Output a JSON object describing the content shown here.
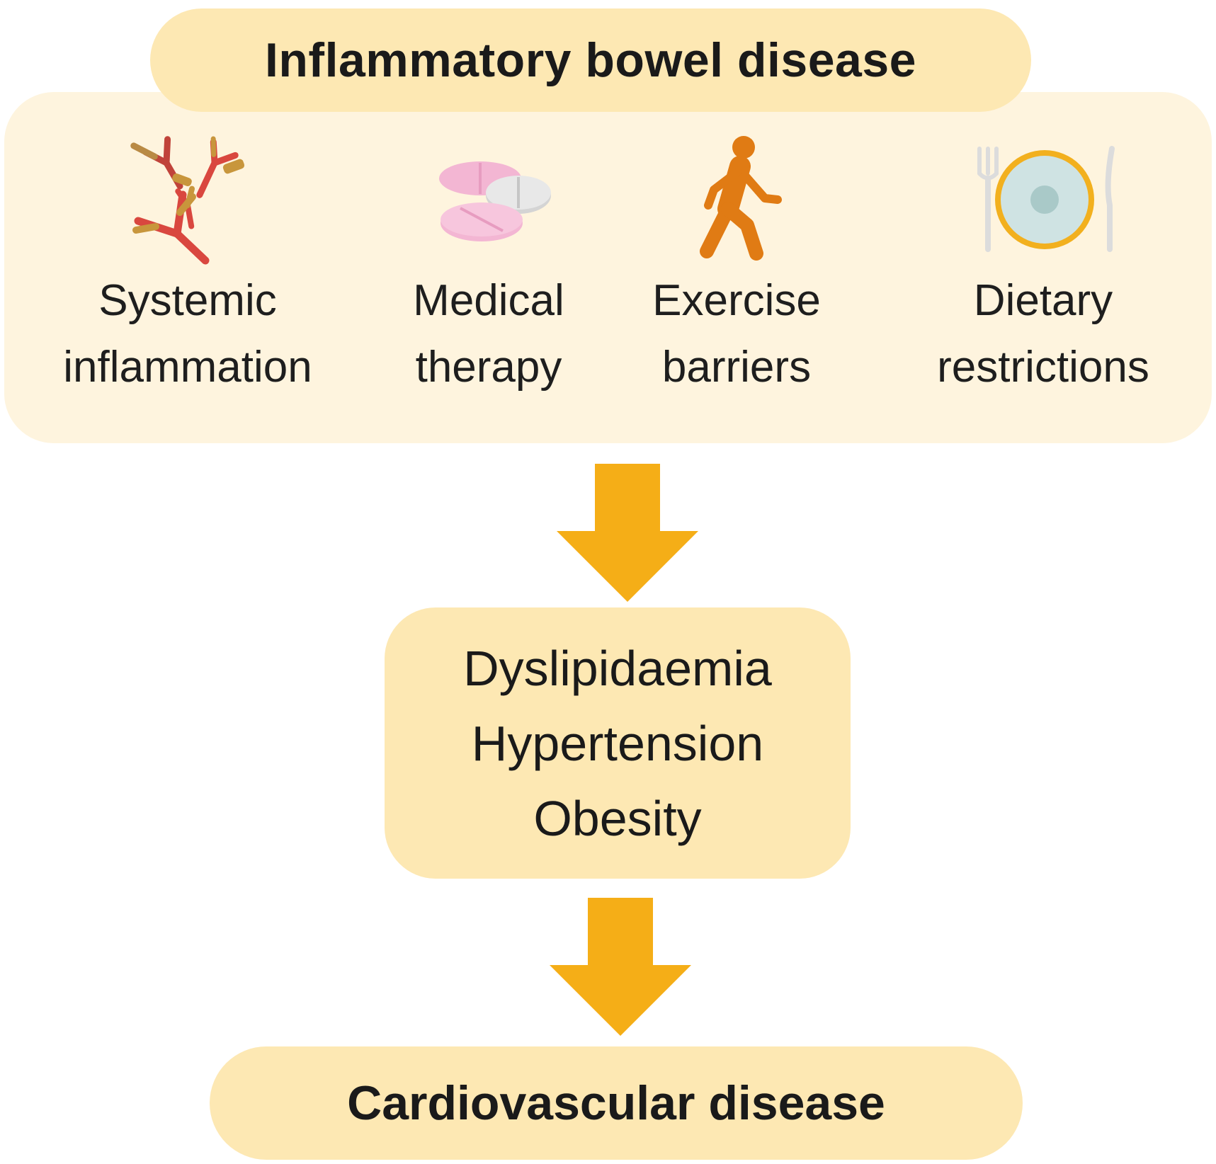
{
  "top": {
    "title": "Inflammatory bowel disease"
  },
  "factors": [
    {
      "line1": "Systemic",
      "line2": "inflammation",
      "icon": "antibodies-icon"
    },
    {
      "line1": "Medical",
      "line2": "therapy",
      "icon": "pills-icon"
    },
    {
      "line1": "Exercise",
      "line2": "barriers",
      "icon": "walking-person-icon"
    },
    {
      "line1": "Dietary",
      "line2": "restrictions",
      "icon": "plate-cutlery-icon"
    }
  ],
  "risk_factors": [
    "Dyslipidaemia",
    "Hypertension",
    "Obesity"
  ],
  "outcome": {
    "title": "Cardiovascular disease"
  },
  "colors": {
    "pill_fill": "#fde8b3",
    "panel_fill": "#fef4de",
    "arrow": "#f5ae17",
    "walker": "#e07b14",
    "plate_rim": "#f2b01e",
    "pill_pink": "#f3b6d3",
    "pill_grey": "#cfcfcf",
    "antibody_red": "#d9473f",
    "antibody_tan": "#c8963c"
  }
}
